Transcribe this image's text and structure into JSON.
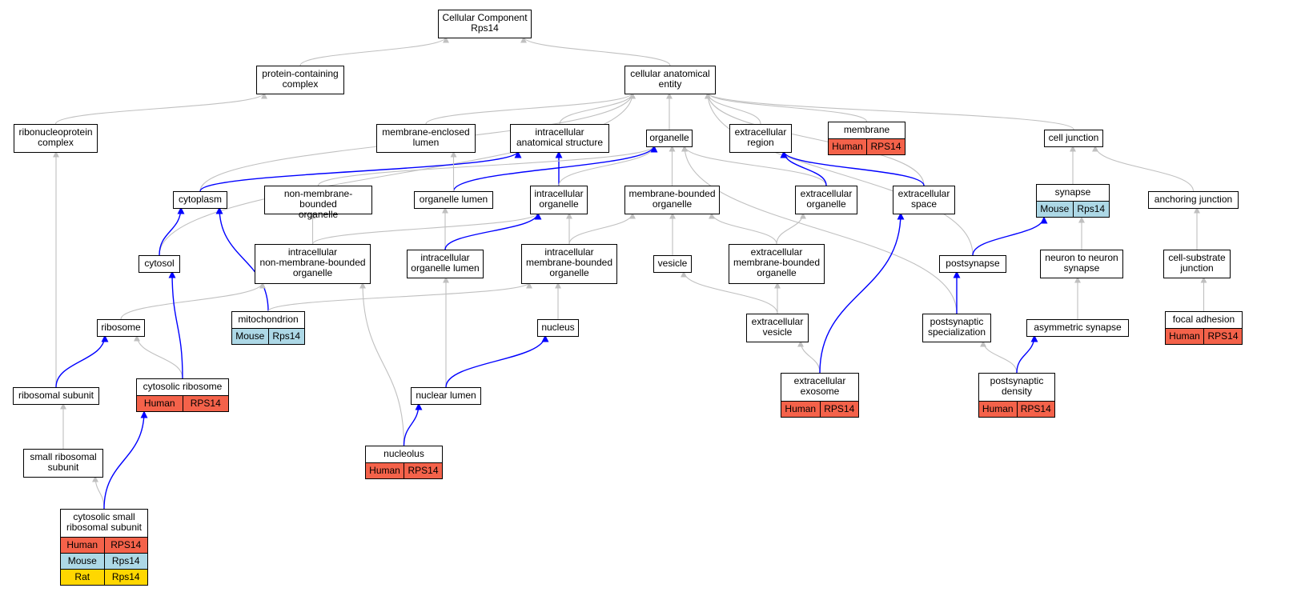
{
  "colors": {
    "edge_gray": "#c0c0c0",
    "edge_blue": "#0000ff",
    "Human": "#f4624a",
    "Mouse": "#add8e6",
    "Rat": "#ffd700"
  },
  "nodes": [
    {
      "id": "cc",
      "label": "Cellular Component\nRps14"
    },
    {
      "id": "pcc",
      "label": "protein-containing\ncomplex"
    },
    {
      "id": "cae",
      "label": "cellular anatomical\nentity"
    },
    {
      "id": "rnp",
      "label": "ribonucleoprotein\ncomplex"
    },
    {
      "id": "mel",
      "label": "membrane-enclosed\nlumen"
    },
    {
      "id": "ias",
      "label": "intracellular\nanatomical structure"
    },
    {
      "id": "org",
      "label": "organelle"
    },
    {
      "id": "exr",
      "label": "extracellular\nregion"
    },
    {
      "id": "mem",
      "label": "membrane",
      "species": [
        [
          "Human",
          "RPS14"
        ]
      ]
    },
    {
      "id": "cj",
      "label": "cell junction"
    },
    {
      "id": "cyto",
      "label": "cytoplasm"
    },
    {
      "id": "nmbo",
      "label": "non-membrane-bounded\norganelle"
    },
    {
      "id": "orgl",
      "label": "organelle lumen"
    },
    {
      "id": "io",
      "label": "intracellular\norganelle"
    },
    {
      "id": "mbo",
      "label": "membrane-bounded\norganelle"
    },
    {
      "id": "exo",
      "label": "extracellular\norganelle"
    },
    {
      "id": "exs",
      "label": "extracellular\nspace"
    },
    {
      "id": "syn",
      "label": "synapse",
      "species": [
        [
          "Mouse",
          "Rps14"
        ]
      ]
    },
    {
      "id": "aj",
      "label": "anchoring junction"
    },
    {
      "id": "cytosol",
      "label": "cytosol"
    },
    {
      "id": "inmbo",
      "label": "intracellular\nnon-membrane-bounded\norganelle"
    },
    {
      "id": "iol",
      "label": "intracellular\norganelle lumen"
    },
    {
      "id": "imbo",
      "label": "intracellular\nmembrane-bounded\norganelle"
    },
    {
      "id": "ves",
      "label": "vesicle"
    },
    {
      "id": "exmbo",
      "label": "extracellular\nmembrane-bounded\norganelle"
    },
    {
      "id": "ps",
      "label": "postsynapse"
    },
    {
      "id": "nns",
      "label": "neuron to neuron\nsynapse"
    },
    {
      "id": "csj",
      "label": "cell-substrate\njunction"
    },
    {
      "id": "mito",
      "label": "mitochondrion",
      "species": [
        [
          "Mouse",
          "Rps14"
        ]
      ]
    },
    {
      "id": "ribo",
      "label": "ribosome"
    },
    {
      "id": "nuc",
      "label": "nucleus"
    },
    {
      "id": "exv",
      "label": "extracellular\nvesicle"
    },
    {
      "id": "pss",
      "label": "postsynaptic\nspecialization"
    },
    {
      "id": "asyn",
      "label": "asymmetric synapse"
    },
    {
      "id": "fa",
      "label": "focal adhesion",
      "species": [
        [
          "Human",
          "RPS14"
        ]
      ]
    },
    {
      "id": "rsub",
      "label": "ribosomal subunit"
    },
    {
      "id": "cribo",
      "label": "cytosolic ribosome",
      "species": [
        [
          "Human",
          "RPS14"
        ]
      ]
    },
    {
      "id": "nl",
      "label": "nuclear lumen"
    },
    {
      "id": "exex",
      "label": "extracellular\nexosome",
      "species": [
        [
          "Human",
          "RPS14"
        ]
      ]
    },
    {
      "id": "psd",
      "label": "postsynaptic\ndensity",
      "species": [
        [
          "Human",
          "RPS14"
        ]
      ]
    },
    {
      "id": "srs",
      "label": "small ribosomal\nsubunit"
    },
    {
      "id": "nucl",
      "label": "nucleolus",
      "species": [
        [
          "Human",
          "RPS14"
        ]
      ]
    },
    {
      "id": "csrs",
      "label": "cytosolic small\nribosomal subunit",
      "species": [
        [
          "Human",
          "RPS14"
        ],
        [
          "Mouse",
          "Rps14"
        ],
        [
          "Rat",
          "Rps14"
        ]
      ]
    }
  ],
  "edges": [
    [
      "pcc",
      "cc",
      "gray"
    ],
    [
      "cae",
      "cc",
      "gray"
    ],
    [
      "rnp",
      "pcc",
      "gray"
    ],
    [
      "mel",
      "cae",
      "gray"
    ],
    [
      "ias",
      "cae",
      "gray"
    ],
    [
      "org",
      "cae",
      "gray"
    ],
    [
      "exr",
      "cae",
      "gray"
    ],
    [
      "mem",
      "cae",
      "gray"
    ],
    [
      "cj",
      "cae",
      "gray"
    ],
    [
      "cyto",
      "cae",
      "gray"
    ],
    [
      "cytosol",
      "cae",
      "gray"
    ],
    [
      "exs",
      "cae",
      "gray"
    ],
    [
      "ps",
      "cae",
      "gray"
    ],
    [
      "cyto",
      "ias",
      "blue"
    ],
    [
      "io",
      "ias",
      "blue"
    ],
    [
      "io",
      "org",
      "gray"
    ],
    [
      "nmbo",
      "org",
      "gray"
    ],
    [
      "orgl",
      "org",
      "blue"
    ],
    [
      "mbo",
      "org",
      "gray"
    ],
    [
      "exo",
      "org",
      "gray"
    ],
    [
      "pss",
      "org",
      "gray"
    ],
    [
      "orgl",
      "mel",
      "gray"
    ],
    [
      "exo",
      "exr",
      "blue"
    ],
    [
      "exs",
      "exr",
      "blue"
    ],
    [
      "syn",
      "cj",
      "gray"
    ],
    [
      "aj",
      "cj",
      "gray"
    ],
    [
      "cytosol",
      "cyto",
      "blue"
    ],
    [
      "mito",
      "cyto",
      "blue"
    ],
    [
      "inmbo",
      "nmbo",
      "gray"
    ],
    [
      "inmbo",
      "io",
      "gray"
    ],
    [
      "iol",
      "orgl",
      "gray"
    ],
    [
      "iol",
      "io",
      "blue"
    ],
    [
      "imbo",
      "io",
      "gray"
    ],
    [
      "imbo",
      "mbo",
      "gray"
    ],
    [
      "ves",
      "mbo",
      "gray"
    ],
    [
      "exmbo",
      "mbo",
      "gray"
    ],
    [
      "exmbo",
      "exo",
      "gray"
    ],
    [
      "ps",
      "syn",
      "blue"
    ],
    [
      "nns",
      "syn",
      "gray"
    ],
    [
      "csj",
      "aj",
      "gray"
    ],
    [
      "mito",
      "imbo",
      "gray"
    ],
    [
      "ribo",
      "inmbo",
      "gray"
    ],
    [
      "nuc",
      "imbo",
      "gray"
    ],
    [
      "exv",
      "ves",
      "gray"
    ],
    [
      "exv",
      "exmbo",
      "gray"
    ],
    [
      "pss",
      "ps",
      "blue"
    ],
    [
      "asyn",
      "nns",
      "gray"
    ],
    [
      "fa",
      "csj",
      "gray"
    ],
    [
      "rsub",
      "rnp",
      "gray"
    ],
    [
      "rsub",
      "ribo",
      "blue"
    ],
    [
      "cribo",
      "ribo",
      "gray"
    ],
    [
      "cribo",
      "cytosol",
      "blue"
    ],
    [
      "nl",
      "iol",
      "gray"
    ],
    [
      "nl",
      "nuc",
      "blue"
    ],
    [
      "exex",
      "exv",
      "gray"
    ],
    [
      "exex",
      "exs",
      "blue"
    ],
    [
      "psd",
      "pss",
      "gray"
    ],
    [
      "psd",
      "asyn",
      "blue"
    ],
    [
      "srs",
      "rsub",
      "gray"
    ],
    [
      "nucl",
      "inmbo",
      "gray"
    ],
    [
      "nucl",
      "nl",
      "blue"
    ],
    [
      "csrs",
      "srs",
      "gray"
    ],
    [
      "csrs",
      "cribo",
      "blue"
    ]
  ]
}
